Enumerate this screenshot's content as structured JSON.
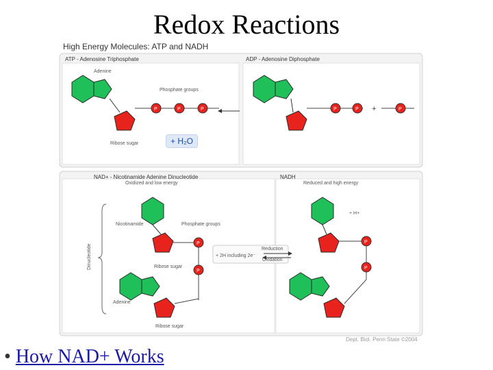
{
  "slide": {
    "title": "Redox Reactions",
    "bullet_link": "How NAD+ Works"
  },
  "figure": {
    "heading": "High Energy Molecules:  ATP and NADH",
    "atp_title": "ATP - Adenosine Triphosphate",
    "adp_title": "ADP - Adenosine Diphosphate",
    "adenine": "Adenine",
    "phosphate_groups": "Phosphate groups",
    "ribose_sugar": "Ribose sugar",
    "h2o": "+ H₂O",
    "nad_title": "NAD+ - Nicotinamide Adenine Dinucleotide",
    "nad_state": "Oxidized and low energy",
    "nadh_title": "NADH",
    "nadh_state": "Reduced and high energy",
    "nicotinamide": "Nicotinamide",
    "dinucleotide": "Dinucleotide",
    "adenine_lower": "Adenine",
    "reaction_label": "+ 2H including 2e⁻",
    "reduction": "Reduction",
    "oxidation": "Oxidation",
    "plus_h": "+ H+",
    "credit": "Dept. Biol. Penn State ©2004"
  },
  "colors": {
    "base_green": "#1fbf5a",
    "sugar_red": "#e8231d",
    "phosphate_red": "#e8231d",
    "link_blue": "#1a1aa6"
  }
}
